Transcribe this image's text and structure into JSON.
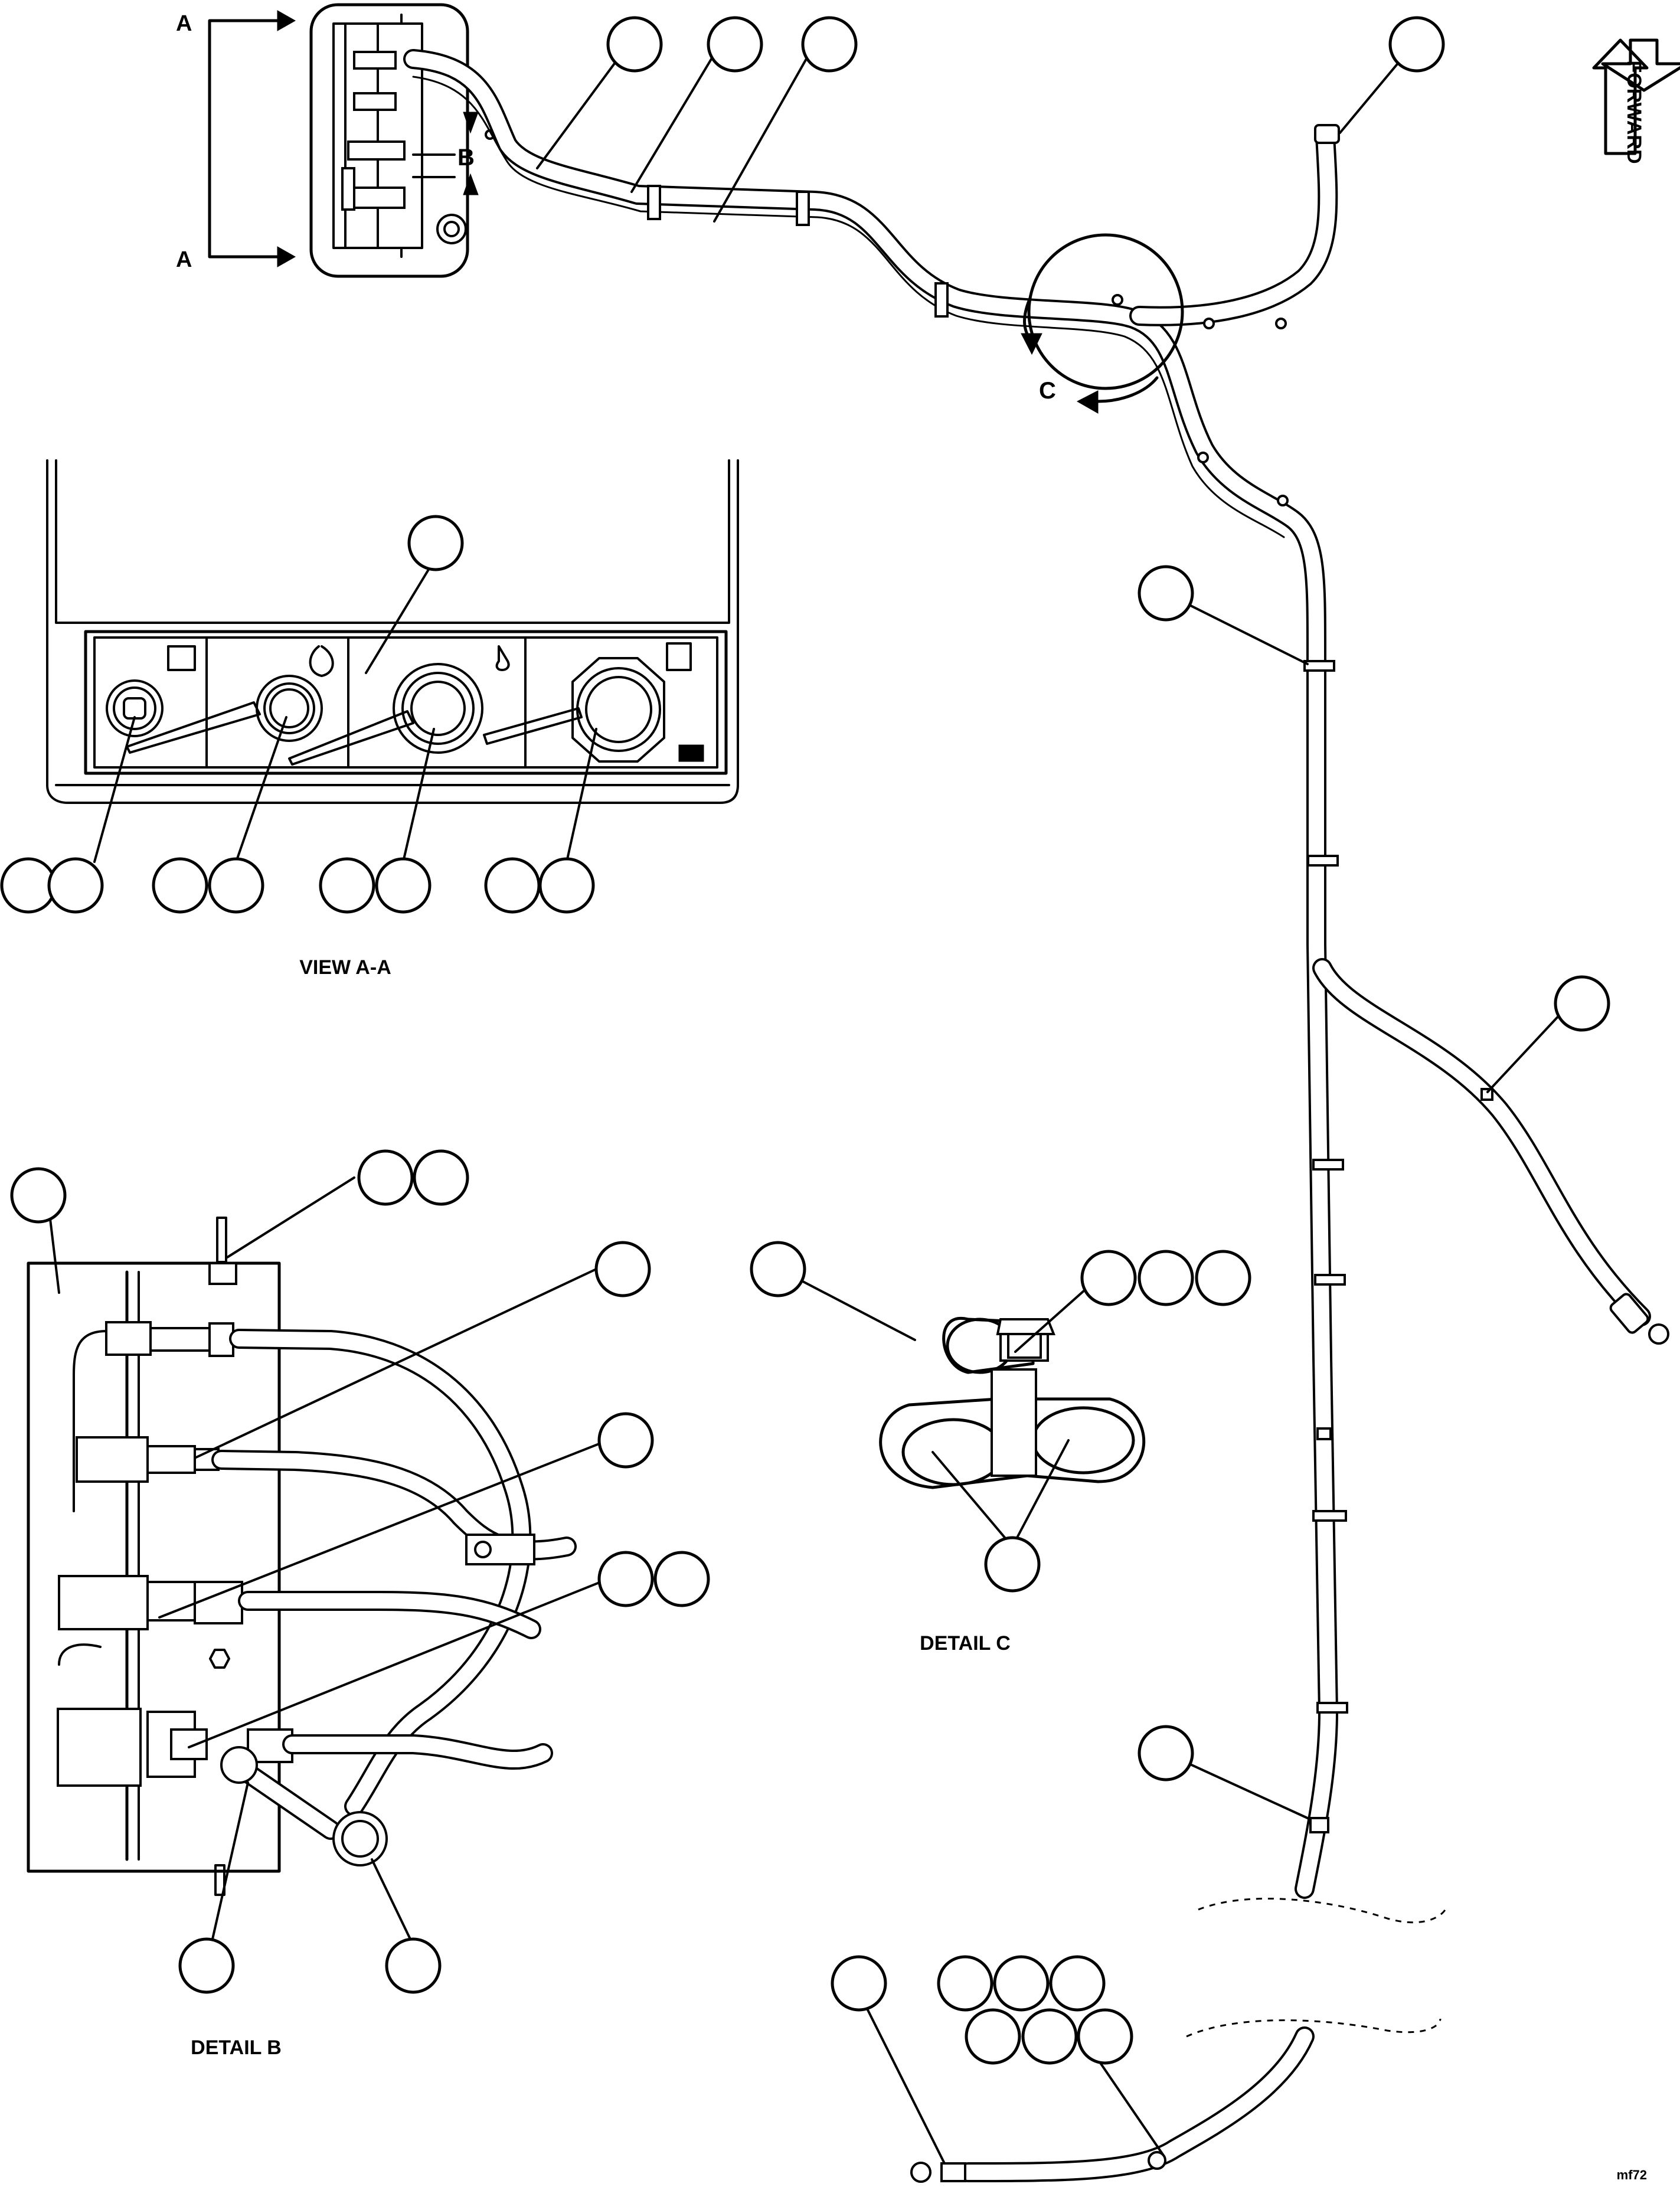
{
  "view_markers": {
    "section_a_top": "A",
    "section_a_bottom": "A",
    "detail_b_marker": "B",
    "detail_c_marker": "C"
  },
  "forward_label": "FORWARD",
  "captions": {
    "view_aa": "VIEW A-A",
    "detail_b": "DETAIL B",
    "detail_c": "DETAIL C"
  },
  "figure_id": "mf72"
}
